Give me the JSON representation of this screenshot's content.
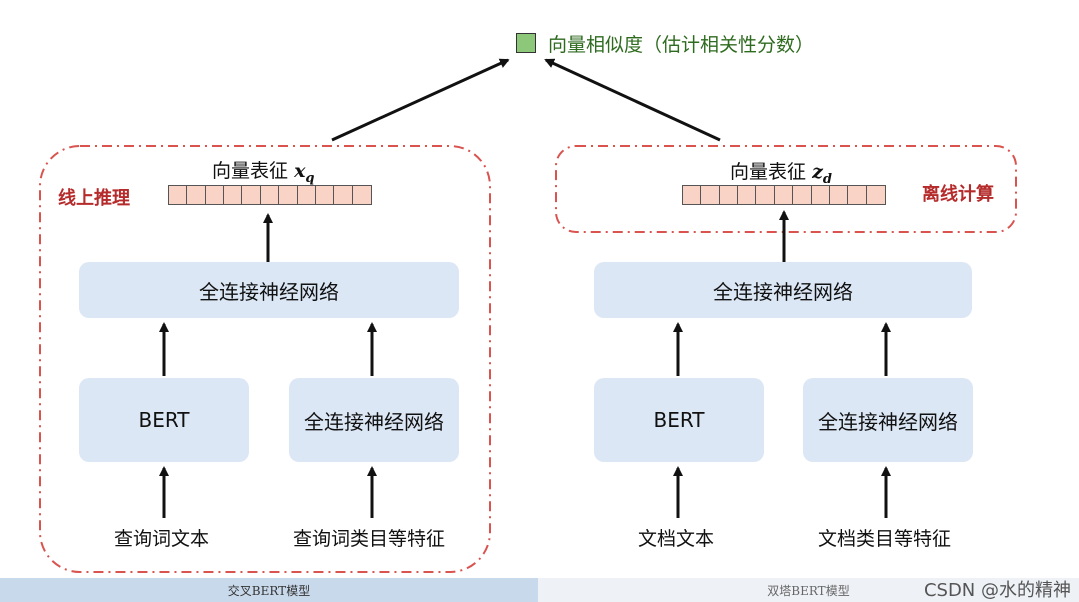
{
  "score": {
    "label": "向量相似度（估计相关性分数）",
    "color": "#8cc77a"
  },
  "left": {
    "vector_label": "向量表征",
    "vector_symbol": "x",
    "vector_sub": "q",
    "region_label": "线上推理",
    "fc_top": "全连接神经网络",
    "bert": "BERT",
    "fc_bottom": "全连接神经网络",
    "input1": "查询词文本",
    "input2": "查询词类目等特征"
  },
  "right": {
    "vector_label": "向量表征",
    "vector_symbol": "z",
    "vector_sub": "d",
    "region_label": "离线计算",
    "fc_top": "全连接神经网络",
    "bert": "BERT",
    "fc_bottom": "全连接神经网络",
    "input1": "文档文本",
    "input2": "文档类目等特征"
  },
  "footer": {
    "left": "交叉BERT模型",
    "right": "双塔BERT模型"
  },
  "watermark": "CSDN @水的精神",
  "colors": {
    "dashed_region": "#d9534f",
    "box_fill": "#dce7f5",
    "vector_cell": "#f9d3c6",
    "footer_left": "#c9d9ec"
  }
}
